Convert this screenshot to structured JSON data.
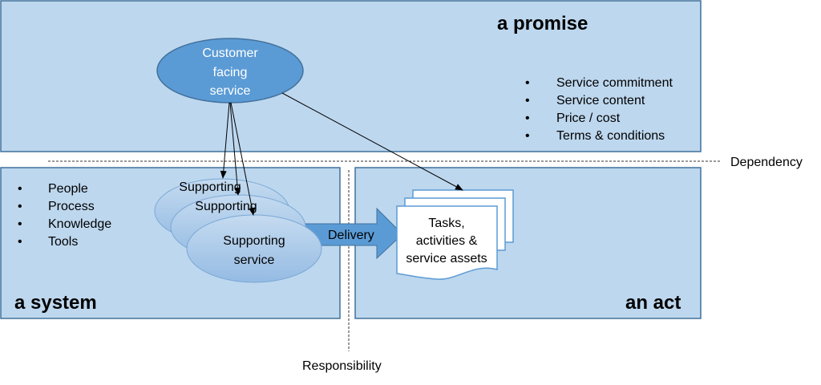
{
  "panels": {
    "promise": {
      "title": "a promise",
      "bullets": [
        "Service commitment",
        "Service content",
        "Price / cost",
        "Terms & conditions"
      ]
    },
    "system": {
      "title": "a system",
      "bullets": [
        "People",
        "Process",
        "Knowledge",
        "Tools"
      ]
    },
    "act": {
      "title": "an act"
    }
  },
  "nodes": {
    "customer_facing": [
      "Customer",
      "facing",
      "service"
    ],
    "supporting": [
      "Supporting",
      "service"
    ],
    "delivery": "Delivery",
    "tasks": [
      "Tasks,",
      "activities &",
      "service assets"
    ]
  },
  "labels": {
    "dependency": "Dependency",
    "responsibility": "Responsibility"
  },
  "colors": {
    "panel_fill": "#bdd7ee",
    "panel_border": "#41719c",
    "ellipse_dark": "#5b9bd5",
    "ellipse_light": "#9dc3e6",
    "arrow": "#5b9bd5"
  }
}
